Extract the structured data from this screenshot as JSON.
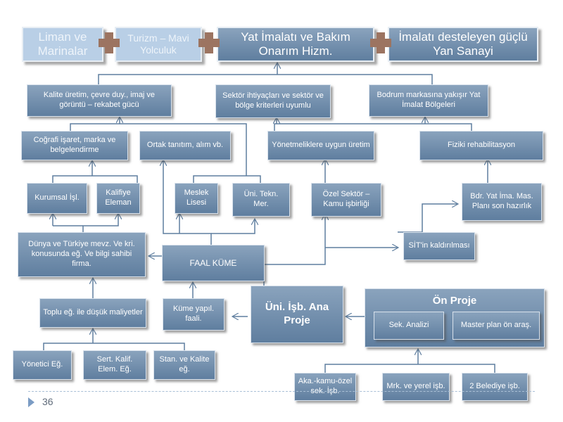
{
  "top_row": {
    "liman": "Liman ve Marinalar",
    "turizm": "Turizm – Mavi Yolculuk",
    "yat_imalati": "Yat İmalatı ve Bakım Onarım Hizm.",
    "yan_sanayi": "İmalatı desteleyen güçlü Yan Sanayi"
  },
  "row2": {
    "kalite": "Kalite üretim, çevre duy., imaj ve görüntü – rekabet gücü",
    "sektor_ihtiyac": "Sektör ihtiyaçları ve sektör ve bölge kriterleri uyumlu",
    "bodrum": "Bodrum markasına yakışır Yat İmalat Bölgeleri"
  },
  "row3": {
    "cografi": "Coğrafi işaret, marka ve belgelendirme",
    "ortak_tanitim": "Ortak tanıtım, alım vb.",
    "yonetmelik": "Yönetmeliklere uygun üretim",
    "fiziki": "Fiziki rehabilitasyon"
  },
  "row4": {
    "kurumsal": "Kurumsal İşl.",
    "kalifiye": "Kalifiye Eleman",
    "meslek": "Meslek Lisesi",
    "uni_tekn": "Üni. Tekn. Mer.",
    "ozel_sektor": "Özel Sektör – Kamu işbirliği",
    "bdr_plan": "Bdr. Yat İma. Mas. Planı son hazırlık"
  },
  "middle": {
    "dunya": "Dünya ve Türkiye mevz. Ve kri. konusunda eğ. Ve bilgi sahibi firma.",
    "faal_kume": "FAAL KÜME",
    "sit": "SİT'in kaldırılması",
    "toplu_eg": "Toplu eğ. ile düşük maliyetler",
    "kume_yapil": "Küme yapıl. faali.",
    "uni_isb": "Üni. İşb. Ana Proje"
  },
  "on_proje": {
    "title": "Ön Proje",
    "sek_analizi": "Sek. Analizi",
    "master_plan": "Master plan ön araş."
  },
  "bottom": {
    "yonetici": "Yönetici Eğ.",
    "sert_kalif": "Sert. Kalif. Elem. Eğ.",
    "stan_kalite": "Stan. ve Kalite eğ.",
    "aka_kamu": "Aka.-kamu-özel sek. İşb.",
    "mrk_yerel": "Mrk. ve yerel işb.",
    "belediye": "2 Belediye işb."
  },
  "footer": {
    "page_number": "36"
  }
}
